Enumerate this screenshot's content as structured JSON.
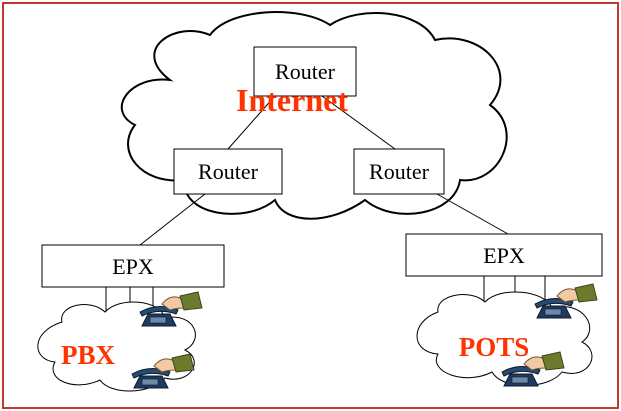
{
  "colors": {
    "frame": "#c0392b",
    "accent": "#ff3300",
    "line": "#000000",
    "box_fill": "#ffffff"
  },
  "network": {
    "cloud_label": "Internet",
    "top_router": "Router",
    "left_router": "Router",
    "right_router": "Router"
  },
  "left_site": {
    "exchange": "EPX",
    "cloud_label": "PBX",
    "phone_icon": "desk-phone-with-hand-icon"
  },
  "right_site": {
    "exchange": "EPX",
    "cloud_label": "POTS",
    "phone_icon": "desk-phone-with-hand-icon"
  }
}
